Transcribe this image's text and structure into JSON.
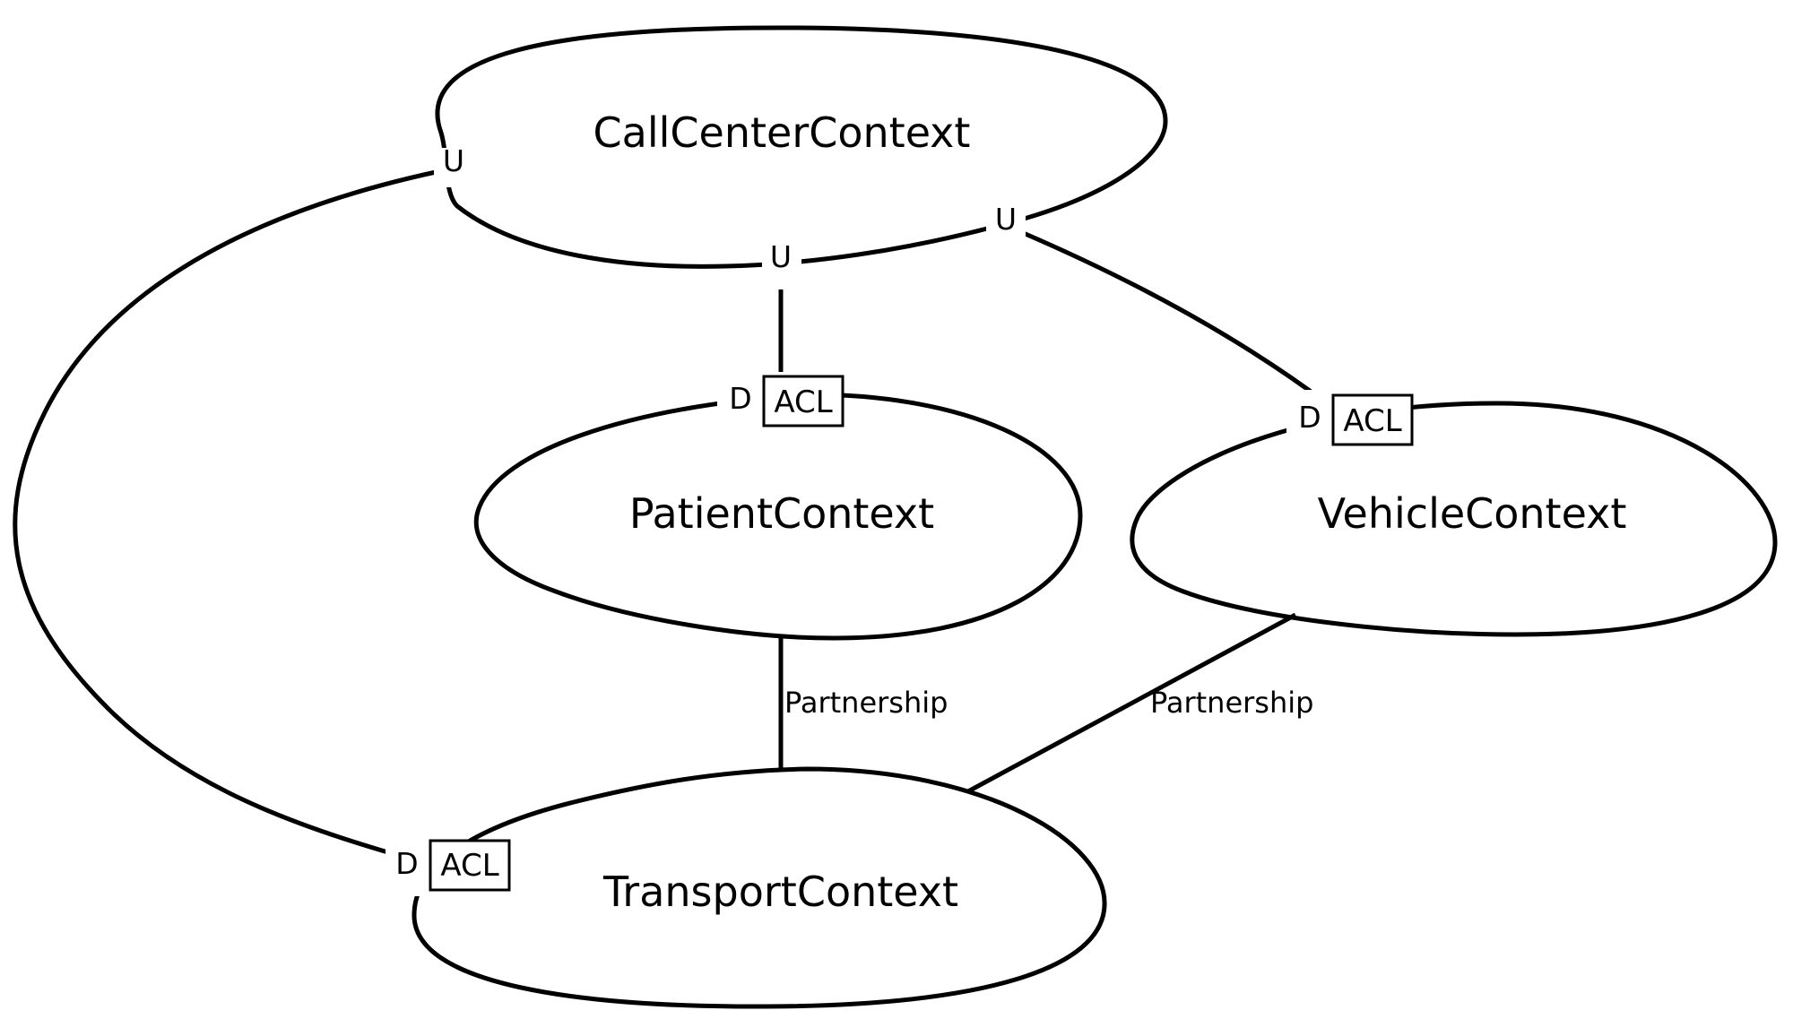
{
  "contexts": {
    "call_center": "CallCenterContext",
    "patient": "PatientContext",
    "vehicle": "VehicleContext",
    "transport": "TransportContext"
  },
  "roles": {
    "upstream": "U",
    "downstream": "D",
    "acl": "ACL"
  },
  "relations": {
    "patient_transport": "Partnership",
    "vehicle_transport": "Partnership"
  }
}
